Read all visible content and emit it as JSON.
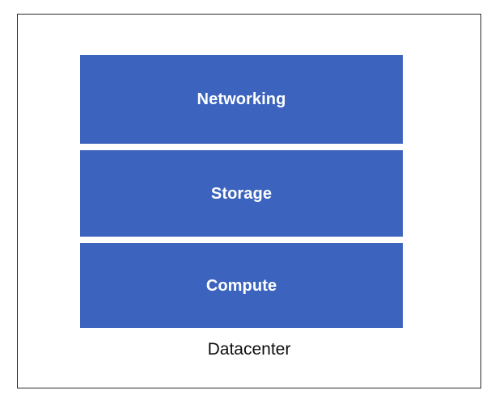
{
  "diagram": {
    "title": "Datacenter",
    "caption": "Datacenter",
    "container_label": "Datacenter",
    "background_color": "#ffffff",
    "frame_border_color": "#2b2b2b",
    "box_color": "#3c64be",
    "box_text_color": "#ffffff",
    "caption_text_color": "#0d0d0d",
    "layers": [
      {
        "label": "Networking",
        "order": 1
      },
      {
        "label": "Storage",
        "order": 2
      },
      {
        "label": "Compute",
        "order": 3
      }
    ]
  }
}
